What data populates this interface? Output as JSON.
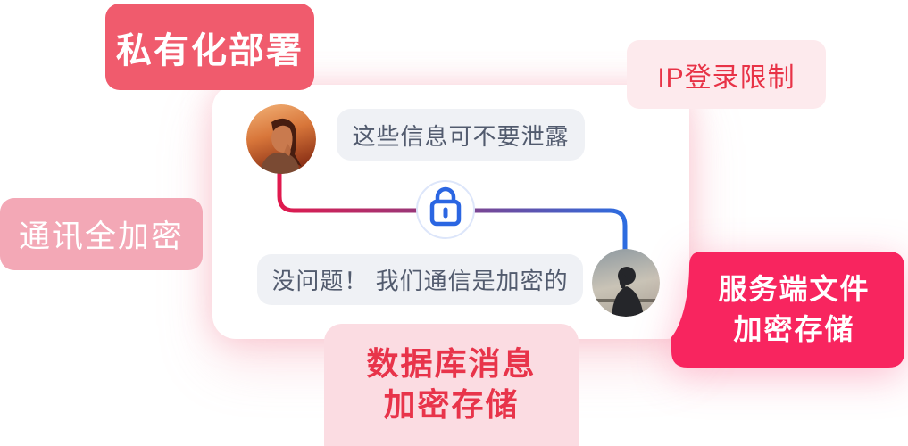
{
  "badges": {
    "private_deploy": {
      "label": "私有化部署"
    },
    "ip_limit": {
      "label": "IP登录限制"
    },
    "comm_encrypt": {
      "label": "通讯全加密"
    },
    "server_file": {
      "line1": "服务端文件",
      "line2": "加密存储"
    },
    "db_message": {
      "line1": "数据库消息",
      "line2": "加密存储"
    }
  },
  "chat": {
    "message1": {
      "text": "这些信息可不要泄露"
    },
    "message2": {
      "text": "没问题！ 我们通信是加密的"
    }
  },
  "icons": {
    "lock": "lock-icon",
    "female_avatar": "female-avatar",
    "male_avatar": "male-avatar"
  },
  "colors": {
    "badge_red": "#f05b6d",
    "badge_pink_light": "#fdeaed",
    "badge_rose": "#f3a8b6",
    "badge_magenta": "#f8255f",
    "badge_pink_soft": "#fbdce2",
    "badge_text_red": "#e83347",
    "bubble_bg": "#eff1f5",
    "bubble_text": "#525b6e",
    "lock_blue": "#2b66e2",
    "connector_start": "#e01a4e",
    "connector_mid": "#8f3b7e",
    "connector_end": "#2d6ce0"
  }
}
